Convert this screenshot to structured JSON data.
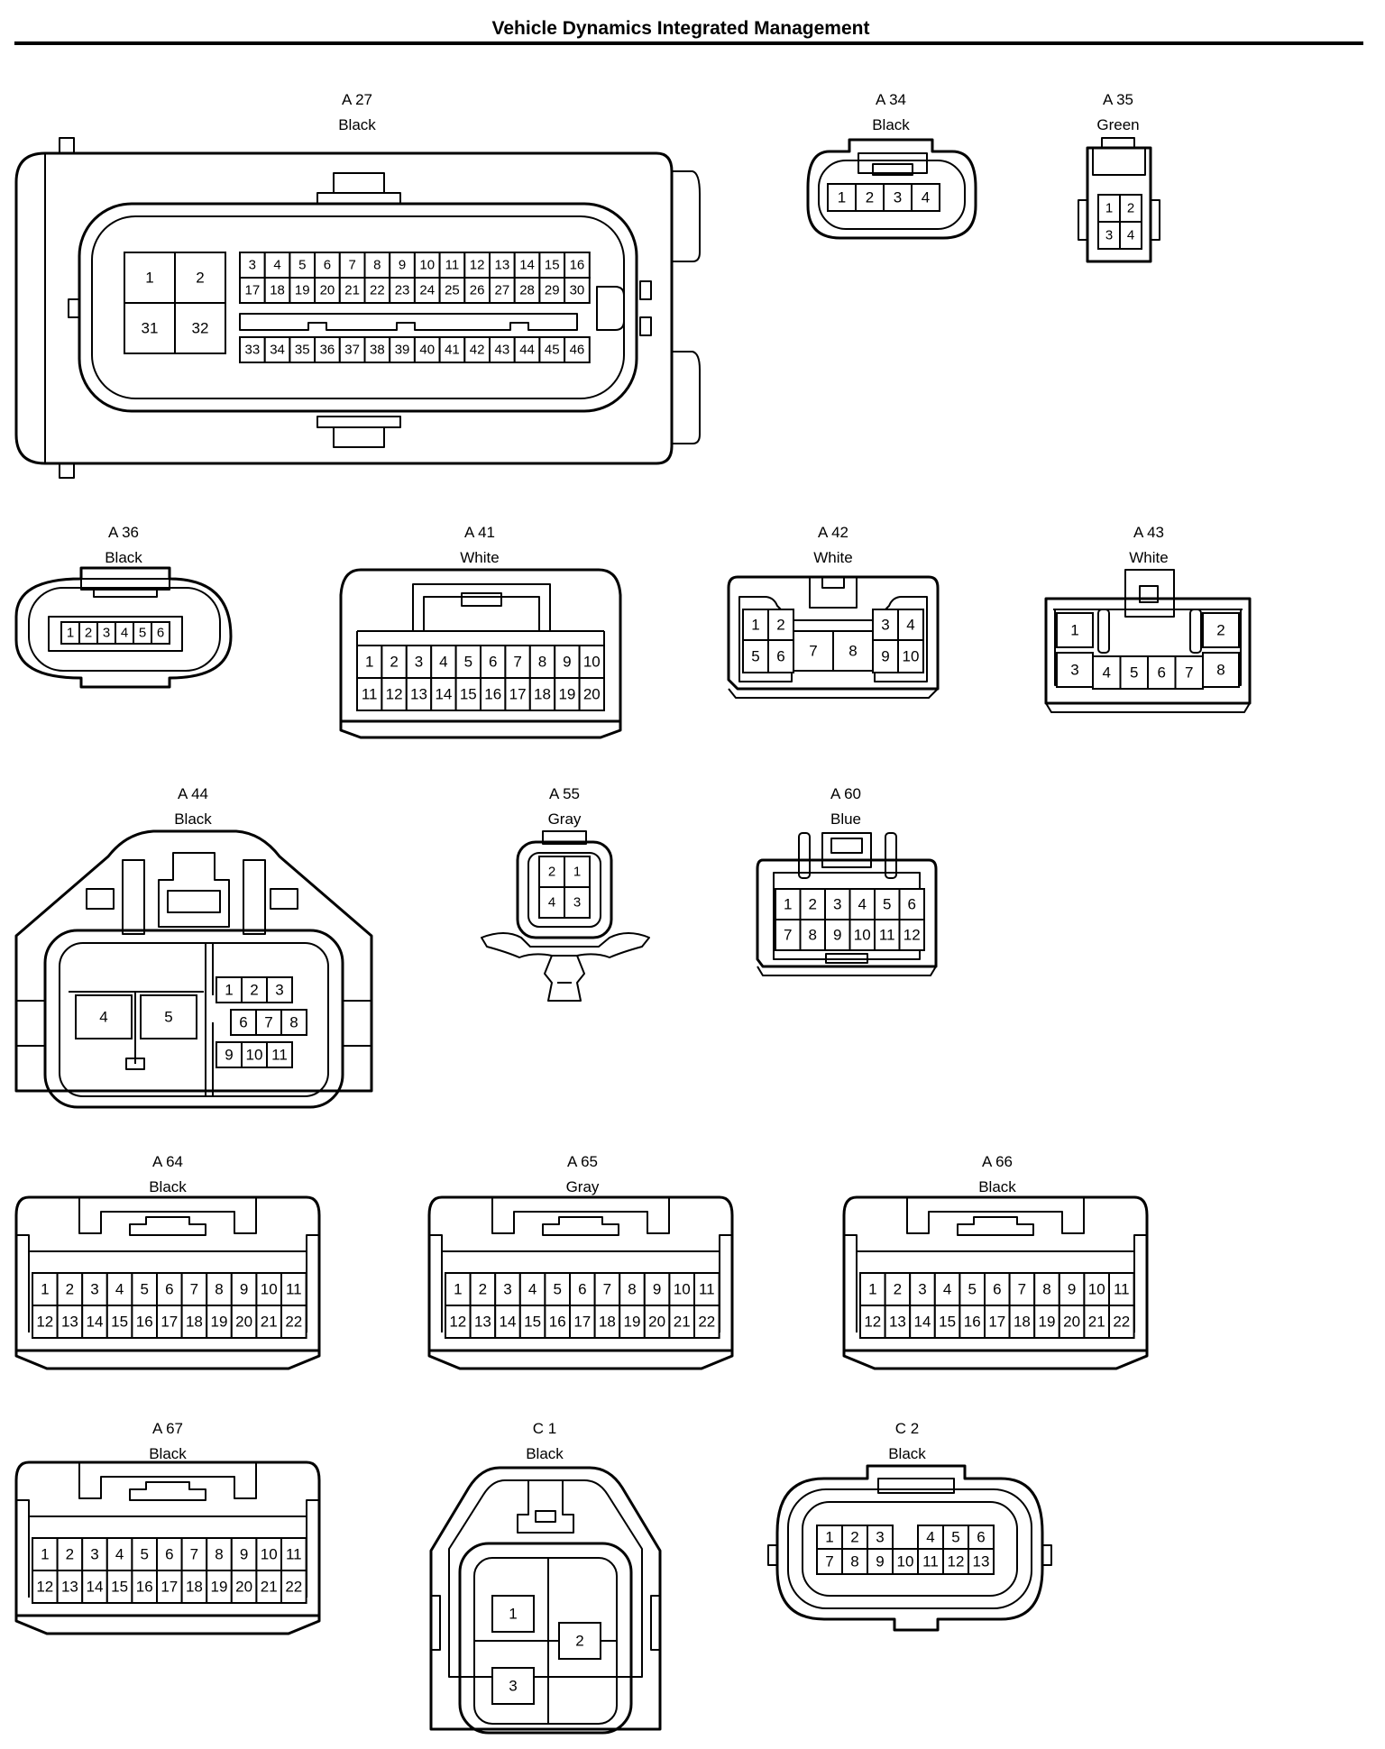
{
  "title": "Vehicle Dynamics Integrated Management",
  "connectors": {
    "A27": {
      "name": "A 27",
      "color": "Black",
      "pins": [
        "1",
        "2",
        "31",
        "32",
        "3",
        "4",
        "5",
        "6",
        "7",
        "8",
        "9",
        "10",
        "11",
        "12",
        "13",
        "14",
        "15",
        "16",
        "17",
        "18",
        "19",
        "20",
        "21",
        "22",
        "23",
        "24",
        "25",
        "26",
        "27",
        "28",
        "29",
        "30",
        "33",
        "34",
        "35",
        "36",
        "37",
        "38",
        "39",
        "40",
        "41",
        "42",
        "43",
        "44",
        "45",
        "46"
      ]
    },
    "A34": {
      "name": "A 34",
      "color": "Black",
      "pins": [
        "1",
        "2",
        "3",
        "4"
      ]
    },
    "A35": {
      "name": "A 35",
      "color": "Green",
      "pins": [
        "1",
        "2",
        "3",
        "4"
      ]
    },
    "A36": {
      "name": "A 36",
      "color": "Black",
      "pins": [
        "1",
        "2",
        "3",
        "4",
        "5",
        "6"
      ]
    },
    "A41": {
      "name": "A 41",
      "color": "White",
      "pins": [
        "1",
        "2",
        "3",
        "4",
        "5",
        "6",
        "7",
        "8",
        "9",
        "10",
        "11",
        "12",
        "13",
        "14",
        "15",
        "16",
        "17",
        "18",
        "19",
        "20"
      ]
    },
    "A42": {
      "name": "A 42",
      "color": "White",
      "pins": [
        "1",
        "2",
        "5",
        "6",
        "7",
        "8",
        "3",
        "4",
        "9",
        "10"
      ]
    },
    "A43": {
      "name": "A 43",
      "color": "White",
      "pins": [
        "1",
        "3",
        "2",
        "8",
        "4",
        "5",
        "6",
        "7"
      ]
    },
    "A44": {
      "name": "A 44",
      "color": "Black",
      "pins": [
        "4",
        "5",
        "1",
        "2",
        "3",
        "6",
        "7",
        "8",
        "9",
        "10",
        "11"
      ]
    },
    "A55": {
      "name": "A 55",
      "color": "Gray",
      "pins": [
        "2",
        "1",
        "4",
        "3"
      ]
    },
    "A60": {
      "name": "A 60",
      "color": "Blue",
      "pins": [
        "1",
        "2",
        "3",
        "4",
        "5",
        "6",
        "7",
        "8",
        "9",
        "10",
        "11",
        "12"
      ]
    },
    "A64": {
      "name": "A 64",
      "color": "Black",
      "pins": [
        "1",
        "2",
        "3",
        "4",
        "5",
        "6",
        "7",
        "8",
        "9",
        "10",
        "11",
        "12",
        "13",
        "14",
        "15",
        "16",
        "17",
        "18",
        "19",
        "20",
        "21",
        "22"
      ]
    },
    "A65": {
      "name": "A 65",
      "color": "Gray",
      "pins": [
        "1",
        "2",
        "3",
        "4",
        "5",
        "6",
        "7",
        "8",
        "9",
        "10",
        "11",
        "12",
        "13",
        "14",
        "15",
        "16",
        "17",
        "18",
        "19",
        "20",
        "21",
        "22"
      ]
    },
    "A66": {
      "name": "A 66",
      "color": "Black",
      "pins": [
        "1",
        "2",
        "3",
        "4",
        "5",
        "6",
        "7",
        "8",
        "9",
        "10",
        "11",
        "12",
        "13",
        "14",
        "15",
        "16",
        "17",
        "18",
        "19",
        "20",
        "21",
        "22"
      ]
    },
    "A67": {
      "name": "A 67",
      "color": "Black",
      "pins": [
        "1",
        "2",
        "3",
        "4",
        "5",
        "6",
        "7",
        "8",
        "9",
        "10",
        "11",
        "12",
        "13",
        "14",
        "15",
        "16",
        "17",
        "18",
        "19",
        "20",
        "21",
        "22"
      ]
    },
    "C1": {
      "name": "C 1",
      "color": "Black",
      "pins": [
        "1",
        "2",
        "3"
      ]
    },
    "C2": {
      "name": "C 2",
      "color": "Black",
      "pins": [
        "1",
        "2",
        "3",
        "4",
        "5",
        "6",
        "7",
        "8",
        "9",
        "10",
        "11",
        "12",
        "13"
      ]
    }
  }
}
